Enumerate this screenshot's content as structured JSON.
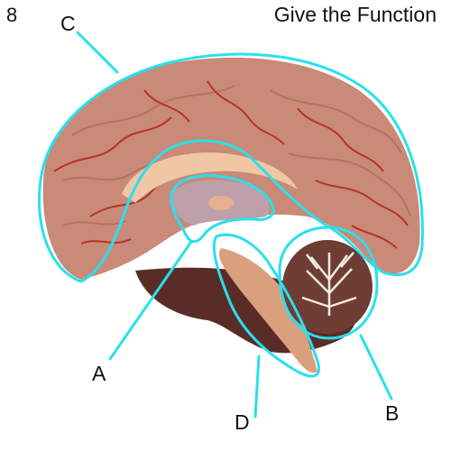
{
  "header": {
    "question_number": "8",
    "prompt": "Give the Function"
  },
  "labels": {
    "a": "A",
    "b": "B",
    "c": "C",
    "d": "D"
  },
  "colors": {
    "outline": "#28e0ee",
    "cortex": "#c98a78",
    "vessels": "#b8322a",
    "corpus_callosum": "#efc7a5",
    "brainstem": "#d9a07e",
    "cerebellum": "#6e3d34",
    "arbor_vitae": "#f4ece0"
  }
}
